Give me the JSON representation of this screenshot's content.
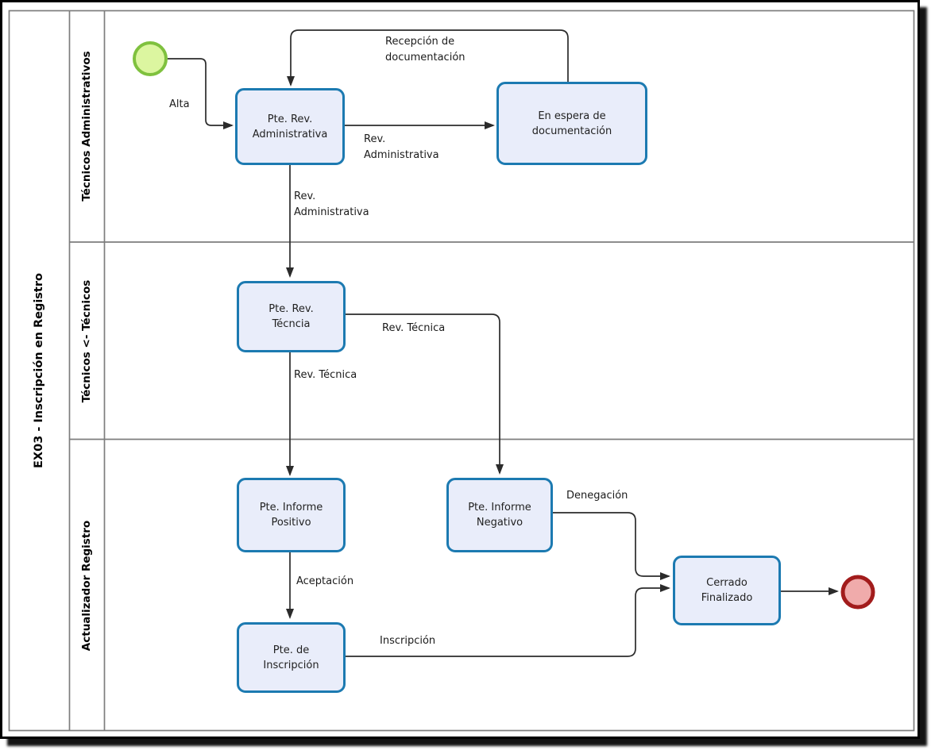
{
  "pool": {
    "label": "EX03 - Inscripción en Registro"
  },
  "lanes": [
    {
      "label": "Técnicos Administrativos"
    },
    {
      "label": "Técnicos <- Técnicos"
    },
    {
      "label": "Actualizador Registro"
    }
  ],
  "nodes": {
    "start_event": {
      "kind": "start-event"
    },
    "task_rev_admin": {
      "label": "Pte. Rev.\nAdministrativa"
    },
    "task_espera_doc": {
      "label": "En espera de\ndocumentación"
    },
    "task_rev_tecnica": {
      "label": "Pte. Rev.\nTécncia"
    },
    "task_informe_positivo": {
      "label": "Pte. Informe\nPositivo"
    },
    "task_informe_negativo": {
      "label": "Pte. Informe\nNegativo"
    },
    "task_inscripcion": {
      "label": "Pte. de\nInscripción"
    },
    "task_cerrado": {
      "label": "Cerrado\nFinalizado"
    },
    "end_event": {
      "kind": "end-event"
    }
  },
  "edge_labels": {
    "alta": "Alta",
    "recepcion": "Recepción de\ndocumentación",
    "rev_administrativa_h": "Rev.\nAdministrativa",
    "rev_administrativa_v": "Rev.\nAdministrativa",
    "rev_tecnica_h": "Rev. Técnica",
    "rev_tecnica_v": "Rev. Técnica",
    "aceptacion": "Aceptación",
    "denegacion": "Denegación",
    "inscripcion": "Inscripción"
  },
  "colors": {
    "task_fill": "#e9edfa",
    "task_border": "#1c7ab1",
    "start_fill": "#dcf6a0",
    "start_border": "#7fc13e",
    "end_fill": "#f0abab",
    "end_border": "#a21c1c",
    "flow_line": "#2b2b2b",
    "lane_line": "#7d7d7d"
  }
}
